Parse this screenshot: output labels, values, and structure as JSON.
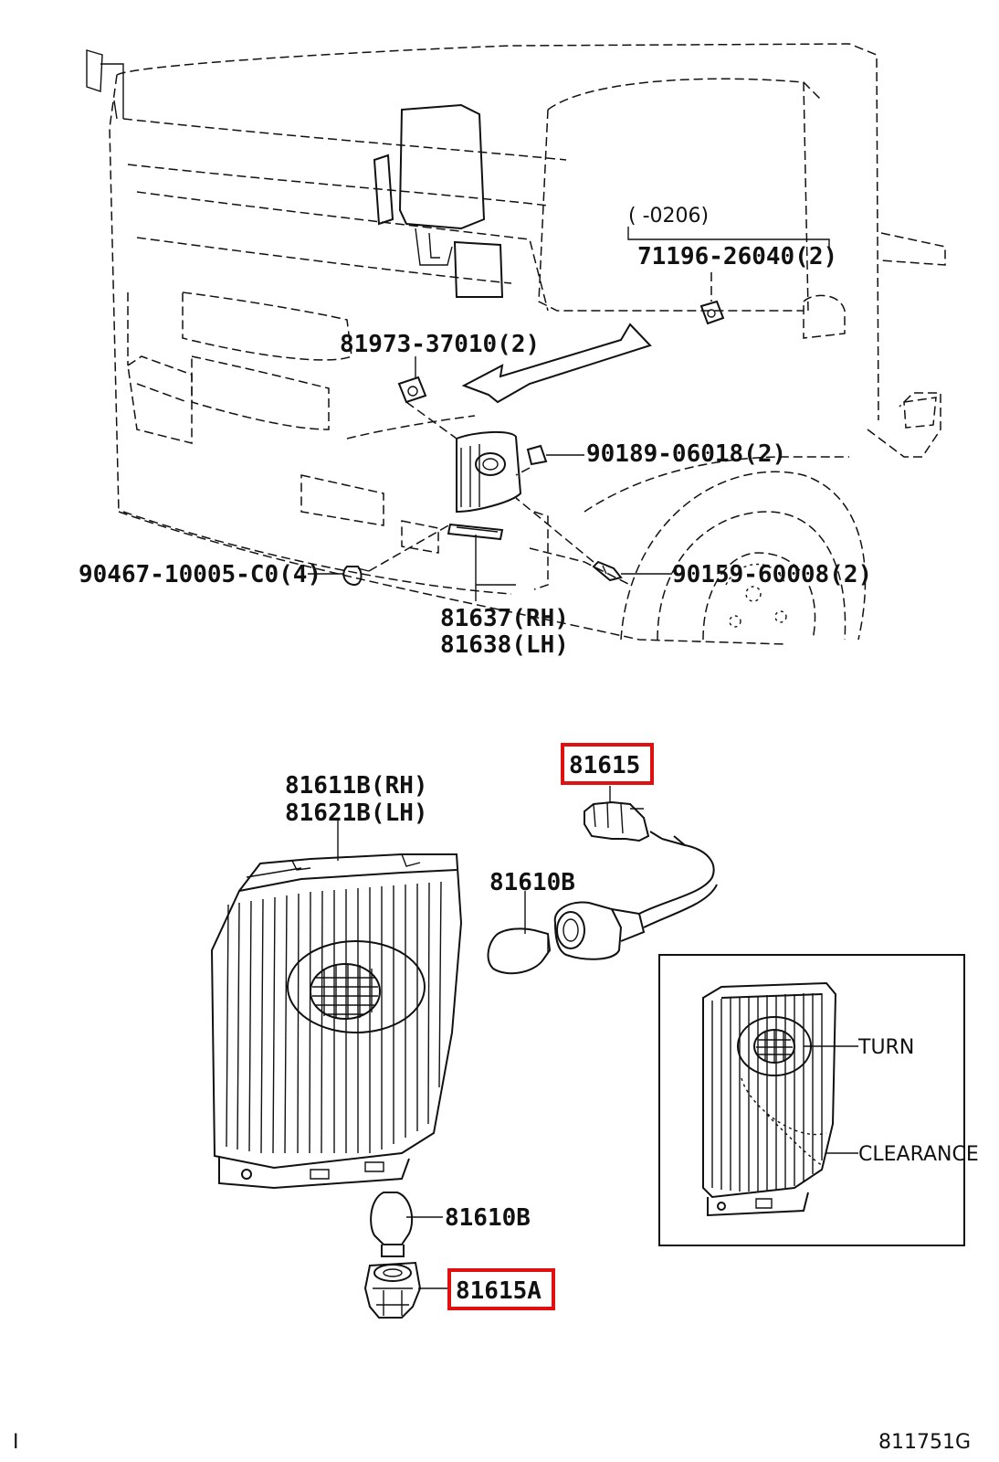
{
  "diagram": {
    "date_range": "(      -0206)",
    "figure_code": "811751G",
    "left_mark": "I",
    "callouts": {
      "p71196": "71196-26040(2)",
      "p81973": "81973-37010(2)",
      "p90189": "90189-06018(2)",
      "p90467": "90467-10005-C0(4)",
      "p90159": "90159-60008(2)",
      "p81637": "81637(RH)",
      "p81638": "81638(LH)",
      "p81611b": "81611B(RH)",
      "p81621b": "81621B(LH)",
      "p81610b_top": "81610B",
      "p81610b_bottom": "81610B",
      "p81615": "81615",
      "p81615a": "81615A"
    },
    "inset_labels": {
      "turn": "TURN",
      "clearance": "CLEARANCE"
    },
    "highlighted_parts": [
      "81615",
      "81615A"
    ],
    "highlight_color": "#e01010"
  }
}
